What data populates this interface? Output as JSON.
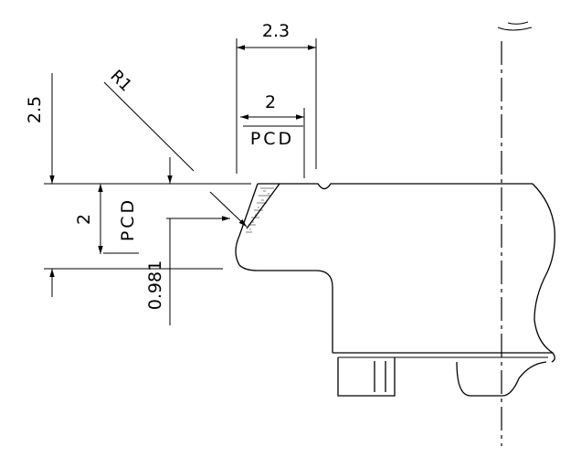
{
  "dimensions": {
    "top_width": "2.3",
    "pcd_horizontal_value": "2",
    "pcd_horizontal_label": "PCD",
    "radius": "R1",
    "left_height": "2.5",
    "pcd_vertical_value": "2",
    "pcd_vertical_label": "PCD",
    "offset": "0.981"
  }
}
